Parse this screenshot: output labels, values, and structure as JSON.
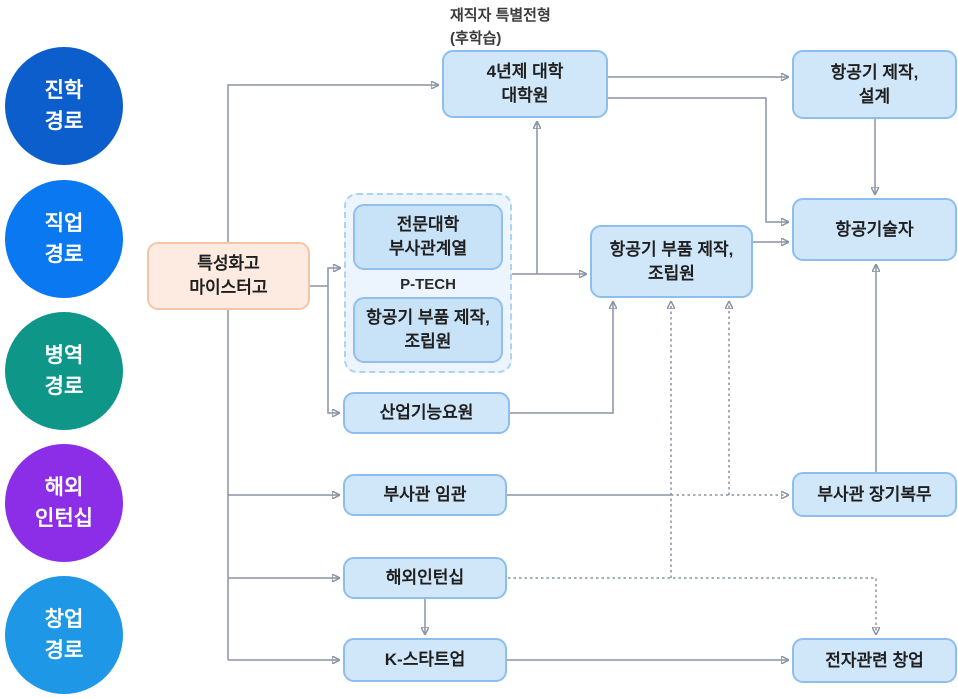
{
  "title": {
    "line1": "재직자 특별전형",
    "line2": "(후학습)"
  },
  "legend": [
    {
      "id": "admission-path",
      "lines": [
        "진학",
        "경로"
      ],
      "color": "#0b5ecb"
    },
    {
      "id": "career-path",
      "lines": [
        "직업",
        "경로"
      ],
      "color": "#0a78f0"
    },
    {
      "id": "military-path",
      "lines": [
        "병역",
        "경로"
      ],
      "color": "#0e9689"
    },
    {
      "id": "overseas-internship",
      "lines": [
        "해외",
        "인턴십"
      ],
      "color": "#8c2de8"
    },
    {
      "id": "startup-path",
      "lines": [
        "창업",
        "경로"
      ],
      "color": "#1e97e6"
    }
  ],
  "nodes": {
    "source": {
      "lines": [
        "특성화고",
        "마이스터고"
      ]
    },
    "university": {
      "lines": [
        "4년제 대학",
        "대학원"
      ]
    },
    "ptech_label": "P-TECH",
    "junior_college": {
      "lines": [
        "전문대학",
        "부사관계열"
      ]
    },
    "ptech_parts": {
      "lines": [
        "항공기 부품 제작,",
        "조립원"
      ]
    },
    "parts_assembler": {
      "lines": [
        "항공기 부품 제작,",
        "조립원"
      ]
    },
    "industrial_agent": {
      "label": "산업기능요원"
    },
    "nco_commission": {
      "label": "부사관 임관"
    },
    "overseas_intern": {
      "label": "해외인턴십"
    },
    "k_startup": {
      "label": "K-스타트업"
    },
    "aircraft_design": {
      "lines": [
        "항공기 제작,",
        "설계"
      ]
    },
    "aviation_engineer": {
      "label": "항공기술자"
    },
    "nco_longterm": {
      "label": "부사관 장기복무"
    },
    "electronics_startup": {
      "label": "전자관련 창업"
    }
  },
  "colors": {
    "connector": "#8a94a4",
    "node_fill": "#d0e7fa",
    "node_border": "#8ebeee",
    "group_fill": "#ecf4fd",
    "group_border": "#afd2f3",
    "source_fill": "#fdebe1",
    "source_border": "#f3c6aa",
    "text": "#1f1f1f"
  }
}
